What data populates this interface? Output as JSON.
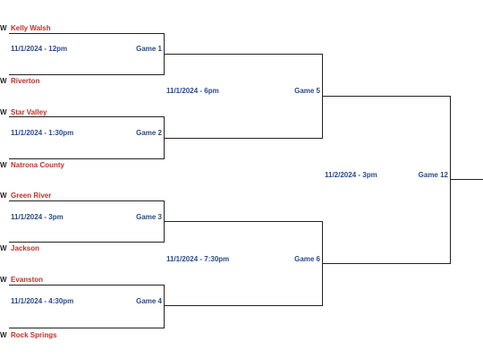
{
  "bracket": {
    "seed_marker": "W",
    "team_color": "#c0302a",
    "info_color": "#2a4a8a",
    "round1": [
      {
        "top": "Kelly Walsh",
        "bottom": "Riverton",
        "time": "11/1/2024 - 12pm",
        "game": "Game 1"
      },
      {
        "top": "Star Valley",
        "bottom": "Natrona County",
        "time": "11/1/2024 - 1:30pm",
        "game": "Game 2"
      },
      {
        "top": "Green River",
        "bottom": "Jackson",
        "time": "11/1/2024 - 3pm",
        "game": "Game 3"
      },
      {
        "top": "Evanston",
        "bottom": "Rock Springs",
        "time": "11/1/2024 - 4:30pm",
        "game": "Game 4"
      }
    ],
    "round2": [
      {
        "time": "11/1/2024 - 6pm",
        "game": "Game 5"
      },
      {
        "time": "11/1/2024 - 7:30pm",
        "game": "Game 6"
      }
    ],
    "round3": [
      {
        "time": "11/2/2024 - 3pm",
        "game": "Game 12"
      }
    ]
  }
}
